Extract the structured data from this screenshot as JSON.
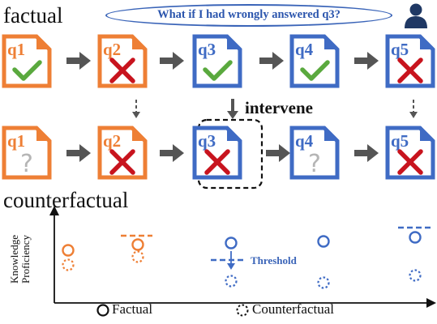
{
  "labels": {
    "factual": "factual",
    "counterfactual": "counterfactual",
    "intervene": "intervene",
    "threshold": "Threshold",
    "y_axis": "Knowledge Proficiency"
  },
  "bubble": {
    "text": "What if I had wrongly answered q3?"
  },
  "factual_row": [
    {
      "q": "q1",
      "result": "correct",
      "color": "#ee7f35"
    },
    {
      "q": "q2",
      "result": "wrong",
      "color": "#ee7f35"
    },
    {
      "q": "q3",
      "result": "correct",
      "color": "#3f6bc4"
    },
    {
      "q": "q4",
      "result": "correct",
      "color": "#3f6bc4"
    },
    {
      "q": "q5",
      "result": "wrong",
      "color": "#3f6bc4"
    }
  ],
  "counterfactual_row": [
    {
      "q": "q1",
      "result": "unknown",
      "color": "#ee7f35"
    },
    {
      "q": "q2",
      "result": "wrong",
      "color": "#ee7f35"
    },
    {
      "q": "q3",
      "result": "wrong",
      "color": "#3f6bc4",
      "intervened": true
    },
    {
      "q": "q4",
      "result": "unknown",
      "color": "#3f6bc4"
    },
    {
      "q": "q5",
      "result": "wrong",
      "color": "#3f6bc4"
    }
  ],
  "legend": {
    "factual": "Factual",
    "counterfactual": "Counterfactual"
  },
  "colors": {
    "orange": "#ee7f35",
    "blue": "#3f6bc4",
    "check": "#5aa93e",
    "cross": "#c8141e",
    "unknown": "#b5b5b5",
    "arrow": "#555555"
  }
}
